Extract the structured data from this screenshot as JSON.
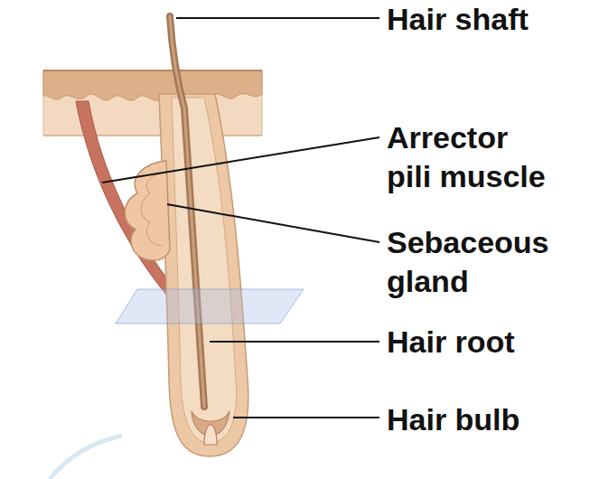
{
  "diagram": {
    "labels": [
      "Hair shaft",
      "Arrector pili muscle",
      "Sebaceous gland",
      "Hair root",
      "Hair bulb"
    ]
  }
}
